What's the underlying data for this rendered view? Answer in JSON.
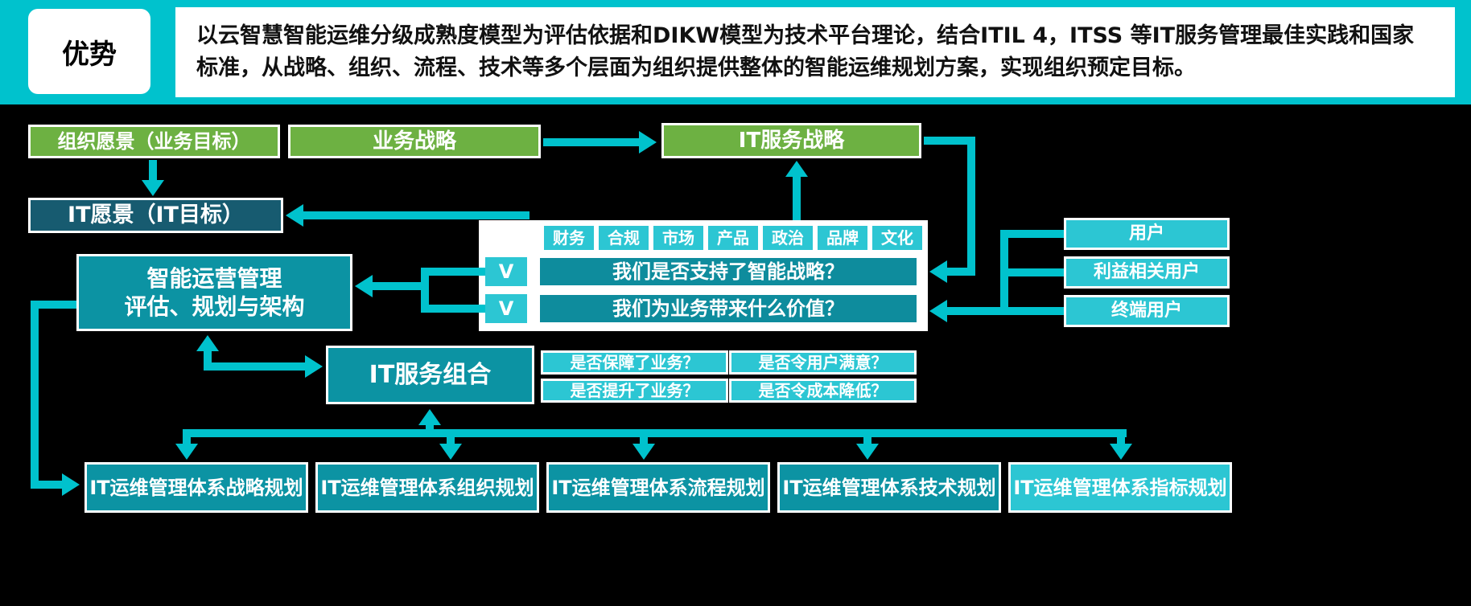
{
  "colors": {
    "cyan": "#00c2cd",
    "light_cyan": "#2cc6d3",
    "green": "#6db142",
    "teal": "#0c93a3",
    "question_teal": "#0e8c9d",
    "dark_teal": "#175b70",
    "background": "#000000"
  },
  "banner": {
    "badge": "优势",
    "description": "以云智慧智能运维分级成熟度模型为评估依据和DIKW模型为技术平台理论，结合ITIL 4，ITSS 等IT服务管理最佳实践和国家标准，从战略、组织、流程、技术等多个层面为组织提供整体的智能运维规划方案，实现组织预定目标。"
  },
  "diagram": {
    "org_vision": "组织愿景（业务目标）",
    "business_strategy": "业务战略",
    "it_service_strategy": "IT服务战略",
    "it_vision": "IT愿景（IT目标）",
    "smart_ops": {
      "line1": "智能运营管理",
      "line2": "评估、规划与架构"
    },
    "factors": [
      "财务",
      "合规",
      "市场",
      "产品",
      "政治",
      "品牌",
      "文化"
    ],
    "check_label": "V",
    "strategy_questions": [
      "我们是否支持了智能战略？",
      "我们为业务带来什么价值？"
    ],
    "stakeholders": [
      "用户",
      "利益相关用户",
      "终端用户"
    ],
    "it_portfolio": "IT服务组合",
    "portfolio_questions": [
      "是否保障了业务？",
      "是否令用户满意？",
      "是否提升了业务？",
      "是否令成本降低？"
    ],
    "planning_boxes": [
      "IT运维管理体系战略规划",
      "IT运维管理体系组织规划",
      "IT运维管理体系流程规划",
      "IT运维管理体系技术规划",
      "IT运维管理体系指标规划"
    ]
  }
}
